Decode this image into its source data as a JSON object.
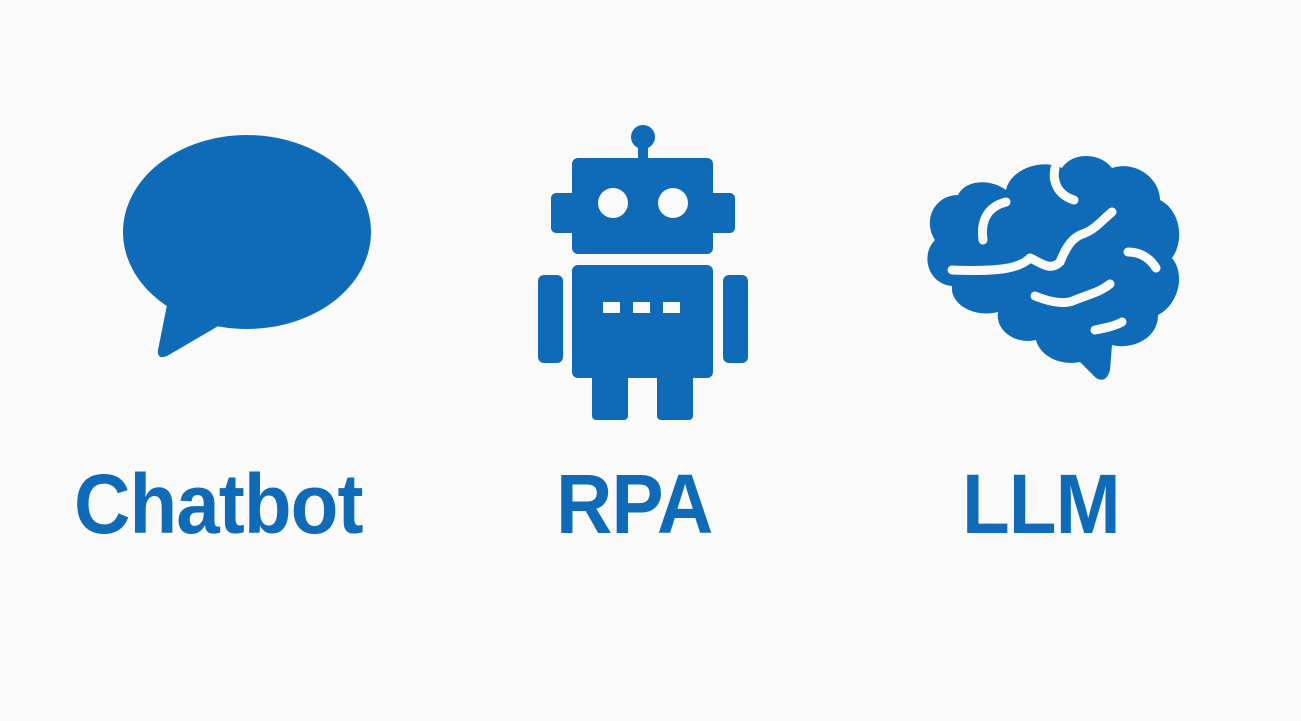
{
  "colors": {
    "background": "#fafafa",
    "accent": "#0f6bb8"
  },
  "items": [
    {
      "id": "chatbot",
      "icon": "speech-bubble-icon",
      "label": "Chatbot"
    },
    {
      "id": "rpa",
      "icon": "robot-icon",
      "label": "RPA"
    },
    {
      "id": "llm",
      "icon": "brain-icon",
      "label": "LLM"
    }
  ]
}
